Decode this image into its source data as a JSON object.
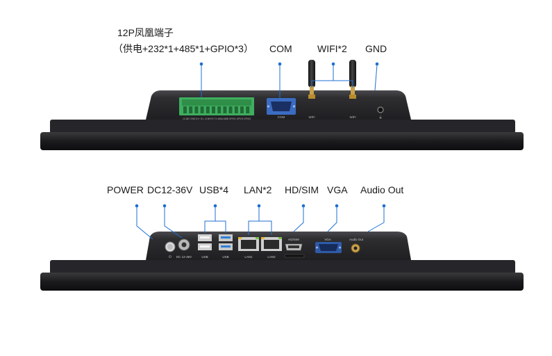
{
  "top": {
    "labels": {
      "phoenix_title": "12P凤凰端子",
      "phoenix_desc": "（供电+232*1+485*1+GPIO*3）",
      "com": "COM",
      "wifi": "WIFI*2",
      "gnd": "GND"
    },
    "panel_text": {
      "com": "COM",
      "wifi_left": "WiFi",
      "wifi_right": "WiFi",
      "terminal_pins": "12-36V GND D1+ D1- COM RX TX 485A 485B GPIO1 GPIO2 GPIO3"
    }
  },
  "bottom": {
    "labels": {
      "power": "POWER",
      "dc": "DC12-36V",
      "usb": "USB*4",
      "lan": "LAN*2",
      "hdsim": "HD/SIM",
      "vga": "VGA",
      "audio": "Audio Out"
    },
    "panel_text": {
      "dc": "DC 12-36V",
      "usb_a": "USB",
      "usb_b": "USB",
      "lan1": "LAN1",
      "lan2": "LAN2",
      "hdsim": "HD/SIM",
      "vga": "VGA",
      "audio": "Audio Out"
    }
  },
  "colors": {
    "accent": "#1f6fd1",
    "chassis": "#2a2a2c",
    "bezel": "#1c1c1e",
    "terminal_green": "#3fae5f",
    "vga_blue": "#2f5aa8",
    "usb3_blue": "#2f7fd8"
  }
}
